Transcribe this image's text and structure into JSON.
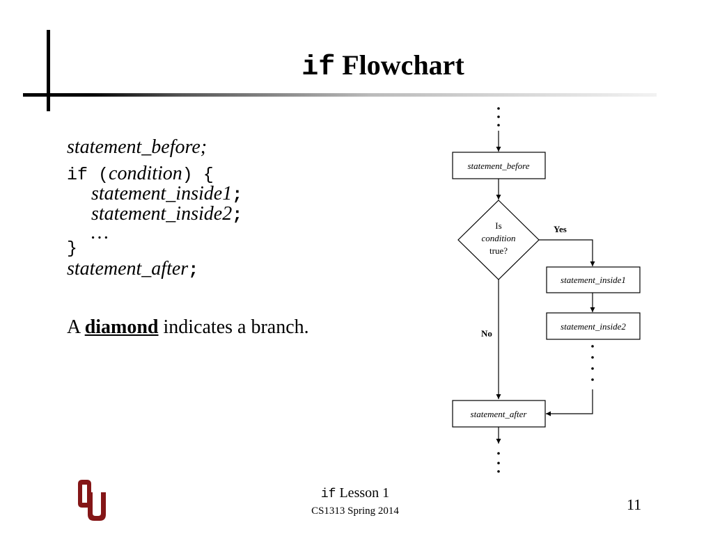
{
  "slide": {
    "title_keyword": "if",
    "title_text": "Flowchart",
    "code": {
      "line1": "statement_before;",
      "if_kw": "if (",
      "condition": "condition",
      "if_close": ") {",
      "inside1": "statement_inside1",
      "inside2": "statement_inside2",
      "semi": ";",
      "ellipsis": "…",
      "close_brace": "}",
      "after": "statement_after"
    },
    "paragraph": {
      "before": "A ",
      "bold": "diamond",
      "after": " indicates a branch."
    }
  },
  "flowchart": {
    "box_before": "statement_before",
    "diamond_line1": "Is",
    "diamond_line2": "condition",
    "diamond_line3": "true?",
    "yes": "Yes",
    "no": "No",
    "box_inside1": "statement_inside1",
    "box_inside2": "statement_inside2",
    "box_after": "statement_after"
  },
  "footer": {
    "keyword": "if",
    "lesson": "Lesson 1",
    "course": "CS1313 Spring 2014",
    "page_number": "11"
  },
  "logo": {
    "text": "OU",
    "color": "#841617"
  }
}
